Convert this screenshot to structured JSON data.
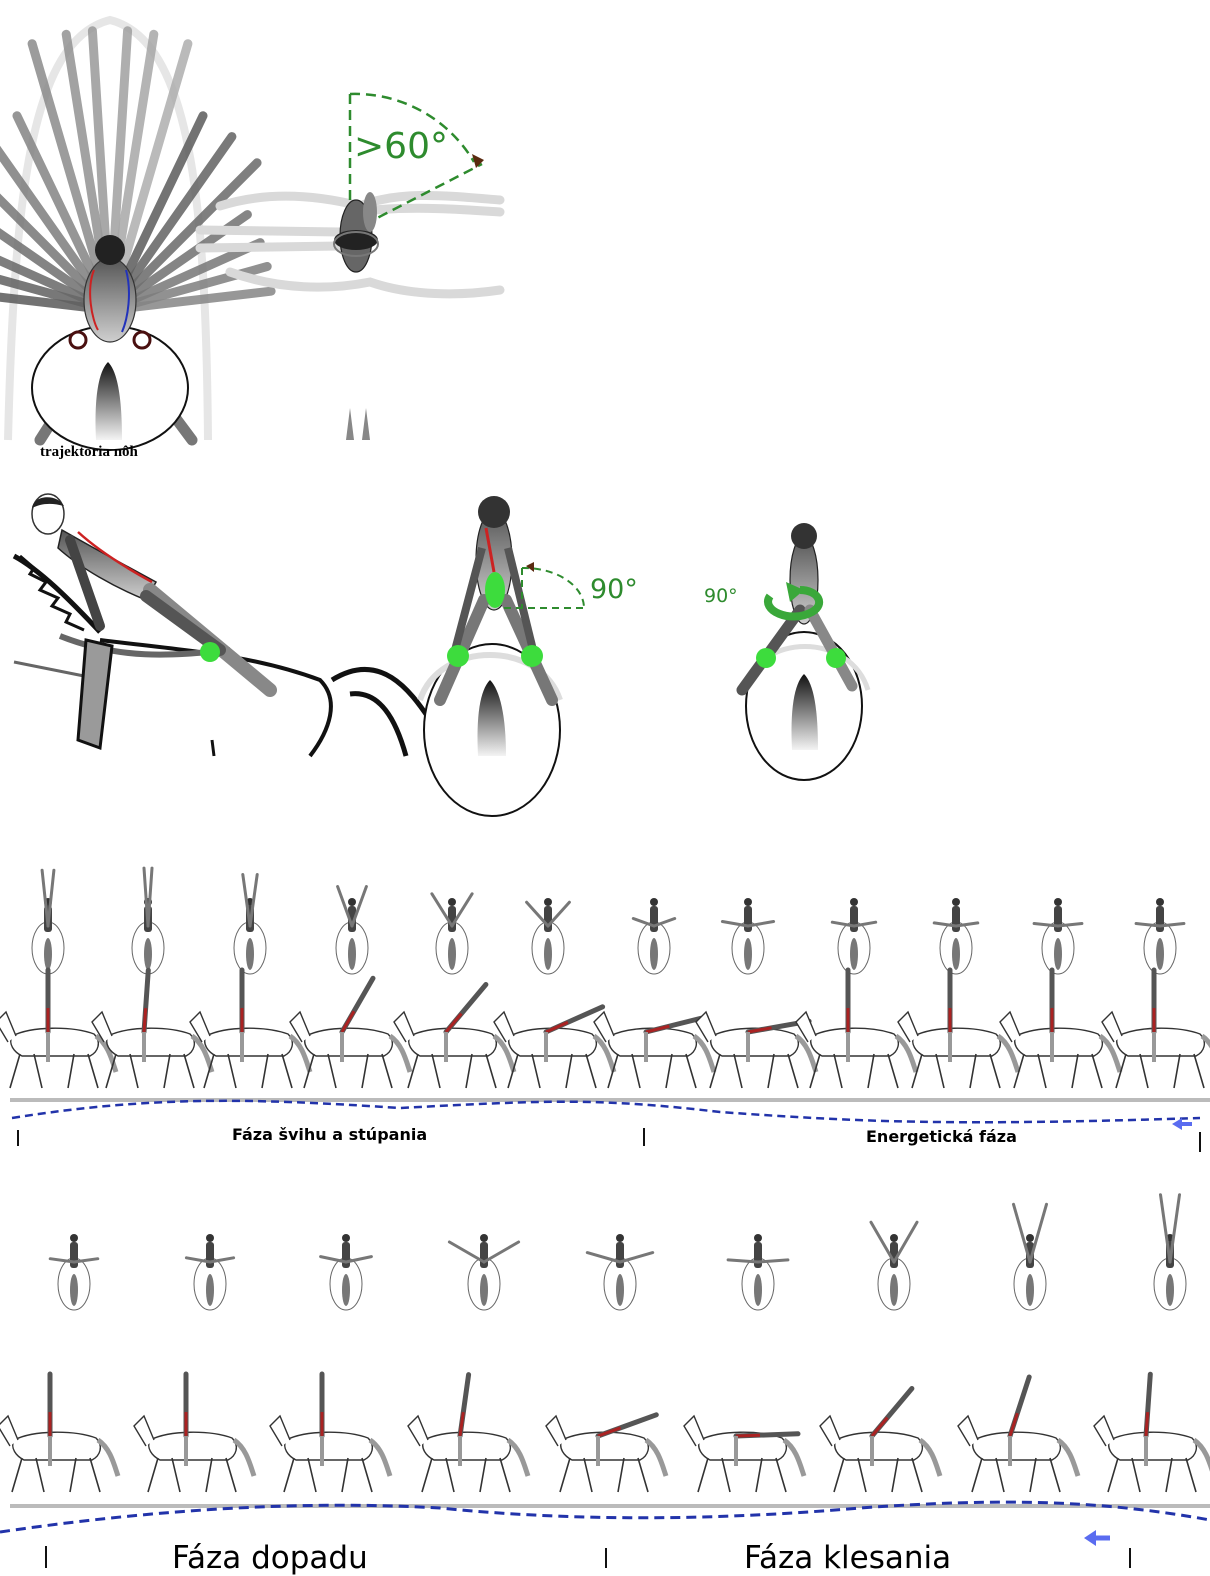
{
  "panel_top": {
    "caption": "trajektoria nôh",
    "angle_label": ">60°"
  },
  "panel_middle": {
    "angle_label_1": "90°",
    "angle_label_2": "90°"
  },
  "sequence_1": {
    "phase_left": "Fáza švihu a stúpania",
    "phase_right": "Energetická fáza"
  },
  "sequence_2": {
    "phase_left": "Fáza dopadu",
    "phase_right": "Fáza klesania"
  },
  "colors": {
    "accent_green": "#2e8b2e",
    "joint_green": "#3ddc3d",
    "trajectory_blue": "#2233aa",
    "arrow_blue": "#5a6cf0"
  }
}
